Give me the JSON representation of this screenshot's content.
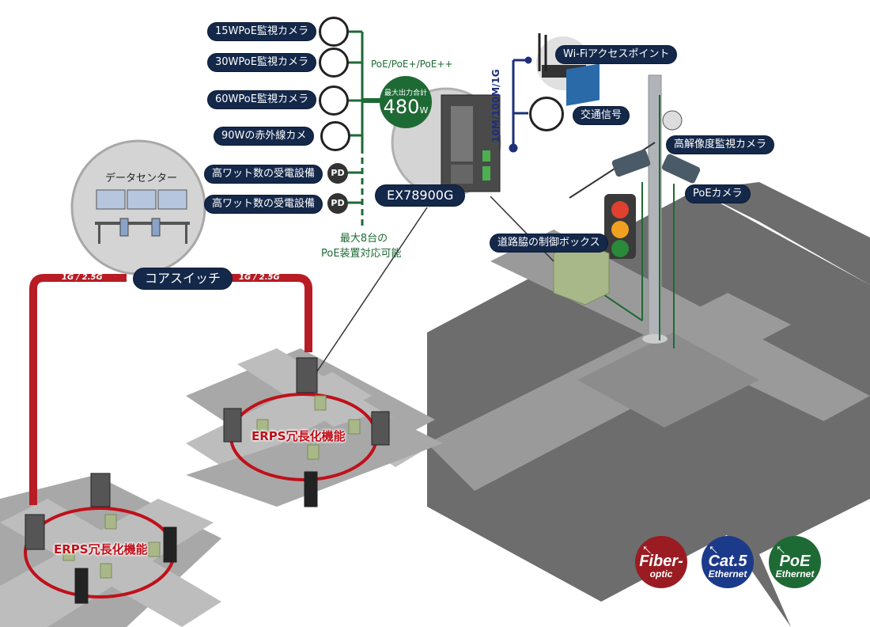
{
  "diagram": {
    "title": "EX78900G PoE switch traffic network",
    "devices_left": [
      {
        "label": "15WPoE監視カメラ",
        "icon": "bullet-camera-icon"
      },
      {
        "label": "30WPoE監視カメラ",
        "icon": "bullet-camera-icon"
      },
      {
        "label": "60WPoE監視カメラ",
        "icon": "dome-camera-icon"
      },
      {
        "label": "90Wの赤外線カメ",
        "icon": "ptz-camera-icon"
      }
    ],
    "pd_devices": [
      {
        "label": "高ワット数の受電設備",
        "badge": "PD"
      },
      {
        "label": "高ワット数の受電設備",
        "badge": "PD"
      }
    ],
    "poe_standard": "PoE/PoE+/PoE++",
    "power_budget": {
      "caption": "最大出力合計",
      "value": "480",
      "unit": "W"
    },
    "max_devices_note": [
      "最大8台の",
      "PoE装置対応可能"
    ],
    "switch_model": "EX78900G",
    "uplink_speed": "10M/100M/1G",
    "devices_right": [
      {
        "label": "Wi-Fiアクセスポイント"
      },
      {
        "label": "交通信号"
      }
    ],
    "pole_cameras": [
      {
        "label": "高解像度監視カメラ"
      },
      {
        "label": "PoEカメラ"
      }
    ],
    "roadside_box": "道路脇の制御ボックス",
    "data_center": "データセンター",
    "core_switch": "コアスイッチ",
    "fiber_links": [
      "1G / 2.5G",
      "1G / 2.5G"
    ],
    "rings": [
      {
        "label": "ERPS冗長化機能"
      },
      {
        "label": "ERPS冗長化機能"
      }
    ],
    "legend": [
      {
        "line1": "Fiber-",
        "line2": "optic",
        "color": "#9a1c22"
      },
      {
        "line1": "Cat.5",
        "line2": "Ethernet",
        "color": "#1c3a8a"
      },
      {
        "line1": "PoE",
        "line2": "Ethernet",
        "color": "#1e6a34"
      }
    ],
    "colors": {
      "poe_line": "#1e6a34",
      "ethernet_line": "#1c2f7a",
      "fiber": "#b81c24",
      "pill": "#14284a",
      "road": "#6d6d6d",
      "lane": "#9e9e9e"
    }
  }
}
